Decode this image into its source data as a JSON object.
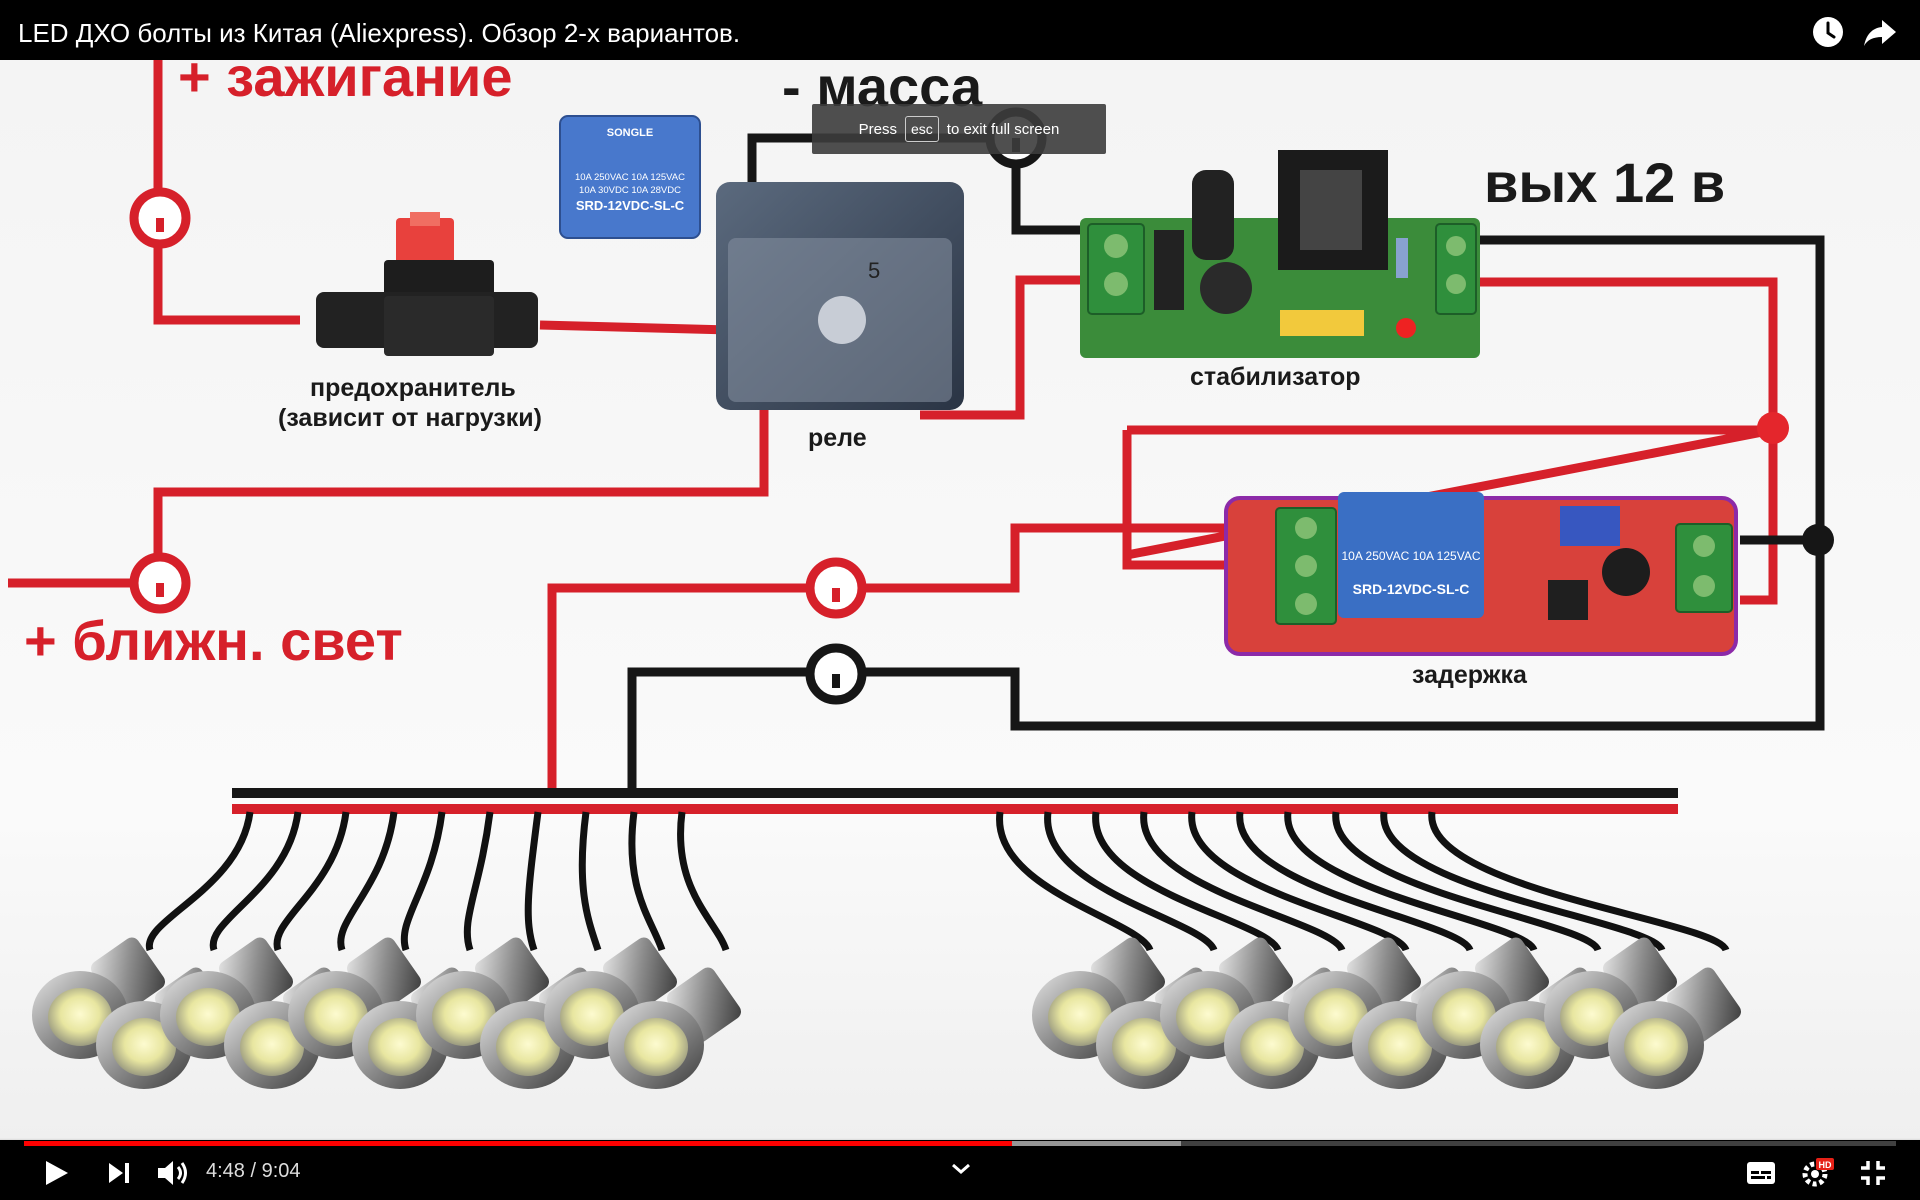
{
  "window": {
    "title": "LED ДХО болты из Китая (Aliexpress). Обзор 2-х вариантов."
  },
  "fullscreen_hint": {
    "prefix": "Press",
    "key": "esc",
    "suffix": "to exit full screen"
  },
  "top_actions": {
    "watch_later_icon": "clock-icon",
    "share_icon": "share-arrow-icon"
  },
  "diagram": {
    "labels": {
      "ignition": "+ зажигание",
      "ground": "- масса",
      "output": "вых 12 в",
      "fuse": "предохранитель",
      "fuse_note": "(зависит от нагрузки)",
      "relay": "реле",
      "stabilizer": "стабилизатор",
      "delay": "задержка",
      "low_beam": "+ ближн. свет"
    },
    "relay_marking": {
      "brand": "SONGLE",
      "line1": "10A 250VAC  10A 125VAC",
      "line2": "10A 30VDC  10A 28VDC",
      "model": "SRD-12VDC-SL-C"
    },
    "relay_pins": [
      "5"
    ],
    "led_count": 20,
    "colors": {
      "positive_wire": "#d6202a",
      "negative_wire": "#161616",
      "terminal_green": "#2f8f3c",
      "pcb_green": "#3b8c3a",
      "delay_pcb": "#d8413b",
      "relay_blue": "#3a6fc4"
    }
  },
  "player": {
    "time_current": "4:48",
    "time_separator": "/",
    "time_total": "9:04",
    "progress_fraction": 0.528,
    "buffered_fraction": 0.618,
    "quality_badge": "HD",
    "icons": {
      "play": "play-icon",
      "next": "next-icon",
      "volume": "volume-icon",
      "chapters": "chevron-down-icon",
      "subtitles": "subtitles-icon",
      "settings": "gear-icon",
      "exit_fullscreen": "exit-fullscreen-icon"
    }
  }
}
